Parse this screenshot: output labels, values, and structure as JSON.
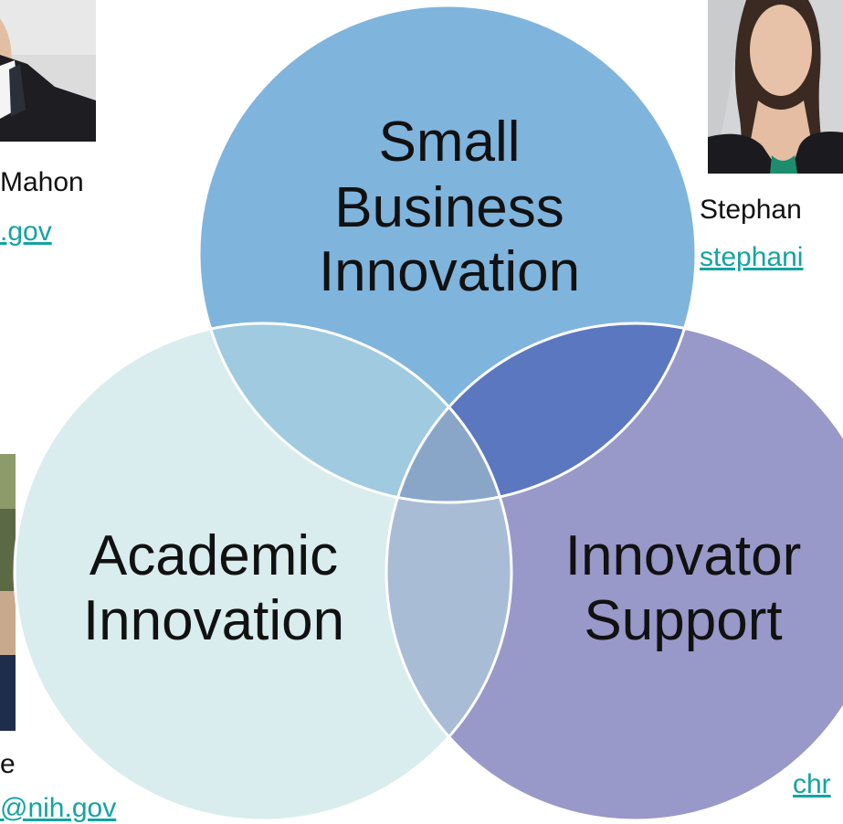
{
  "venn": {
    "top": {
      "line1": "Small",
      "line2": "Business",
      "line3": "Innovation",
      "color": "#7fb4dd"
    },
    "left": {
      "line1": "Academic",
      "line2": "Innovation",
      "color": "#d9ecee"
    },
    "right": {
      "line1": "Innovator",
      "line2": "Support",
      "color": "#9898c9"
    },
    "overlap_colors": {
      "top_left": "#9fcae0",
      "top_right": "#5a77bf",
      "left_right": "#a9bcd6",
      "center": "#89a6c9"
    },
    "outline_color": "#ffffff"
  },
  "contacts": {
    "top_left": {
      "name": "Mahon",
      "email": ".gov"
    },
    "top_right": {
      "name": "Stephan",
      "email": "stephani"
    },
    "bottom_left": {
      "name": "e",
      "email": "@nih.gov"
    },
    "bottom_right": {
      "email": "chr"
    }
  },
  "colors": {
    "link": "#14a3a3",
    "text": "#111111",
    "background": "#ffffff"
  }
}
